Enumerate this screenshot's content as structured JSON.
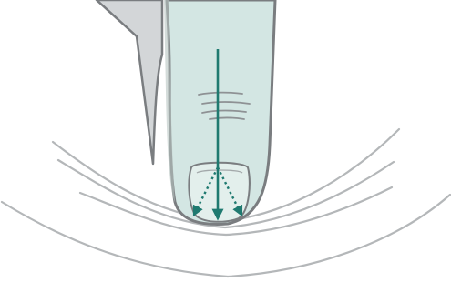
{
  "colors": {
    "background": "#ffffff",
    "finger_fill": "#d3e6e3",
    "finger_outline": "#7a7d80",
    "finger_shadow": "#cfd2d4",
    "surface_lines": "#b4b7b9",
    "knuckle_lines": "#8e9194",
    "arrow_teal": "#1f7a70",
    "nail_fill": "#e3efec"
  },
  "arrows": {
    "main_direction": "down",
    "spread_directions": [
      "down-left",
      "down",
      "down-right"
    ]
  }
}
